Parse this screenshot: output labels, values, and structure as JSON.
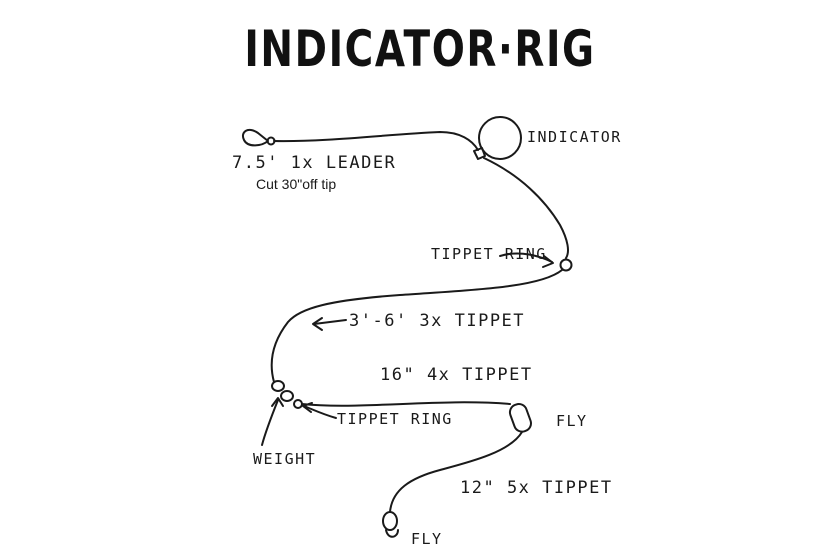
{
  "title": "INDICATOR·RIG",
  "labels": {
    "indicator": "INDICATOR",
    "leader": "7.5' 1x LEADER",
    "leader_note": "Cut 30\"off tip",
    "tippet_ring_upper": "TIPPET RING",
    "tippet_3x": "3'-6' 3x TIPPET",
    "tippet_4x": "16\" 4x TIPPET",
    "tippet_ring_lower": "TIPPET RING",
    "fly_upper": "FLY",
    "weight": "WEIGHT",
    "tippet_5x": "12\" 5x TIPPET",
    "fly_lower": "FLY"
  }
}
